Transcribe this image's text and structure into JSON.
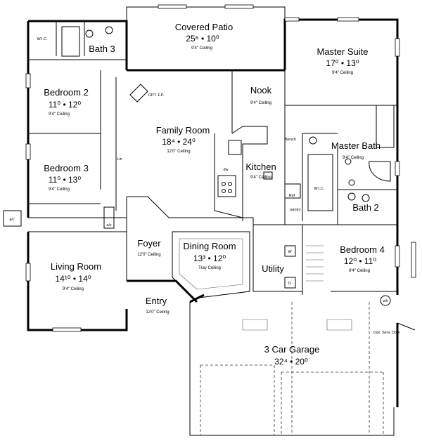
{
  "rooms": {
    "covered_patio": {
      "name": "Covered Patio",
      "dim": "25⁶ • 10⁰",
      "ceiling": "9'4\" Ceiling"
    },
    "master_suite": {
      "name": "Master Suite",
      "dim": "17⁰ • 13⁰",
      "ceiling": "9'4\" Ceiling"
    },
    "bath3": {
      "name": "Bath 3"
    },
    "bedroom2": {
      "name": "Bedroom 2",
      "dim": "11⁰ • 12⁰",
      "ceiling": "9'4\" Ceiling"
    },
    "bedroom3": {
      "name": "Bedroom 3",
      "dim": "11⁰ • 13⁰",
      "ceiling": "9'4\" Ceiling"
    },
    "family_room": {
      "name": "Family Room",
      "dim": "18⁴ • 24⁰",
      "ceiling": "12'0\" Ceiling"
    },
    "nook": {
      "name": "Nook",
      "ceiling": "9'4\" Ceiling"
    },
    "kitchen": {
      "name": "Kitchen",
      "ceiling": "9'4\" Ceiling"
    },
    "master_bath": {
      "name": "Master Bath",
      "ceiling": "9'4\" Ceiling"
    },
    "bath2": {
      "name": "Bath 2"
    },
    "living_room": {
      "name": "Living Room",
      "dim": "14¹⁰ • 14⁰",
      "ceiling": "9'4\" Ceiling"
    },
    "foyer": {
      "name": "Foyer",
      "ceiling": "12'0\" Ceiling"
    },
    "dining_room": {
      "name": "Dining Room",
      "dim": "13³ • 12⁰",
      "ceiling": "Tray Ceiling"
    },
    "utility": {
      "name": "Utility"
    },
    "bedroom4": {
      "name": "Bedroom 4",
      "dim": "12⁰ • 11⁰",
      "ceiling": "9'4\" Ceiling"
    },
    "entry": {
      "name": "Entry",
      "ceiling": "12'0\" Ceiling"
    },
    "garage": {
      "name": "3 Car Garage",
      "dim": "32⁴ • 20⁰"
    }
  },
  "labels": {
    "wic_top": "W.I.C.",
    "wic_master": "W.I.C.",
    "opt_fp": "OPT. F.P.",
    "lin": "Lin",
    "dw": "dw",
    "ref": "Ref",
    "pantry": "pantry",
    "bench": "Bench",
    "ac_left": "a/c",
    "ac_inside": "a/c",
    "wh": "wh",
    "w": "W",
    "d": "D",
    "opt_serv_door": "Opt. Serv. Door"
  }
}
